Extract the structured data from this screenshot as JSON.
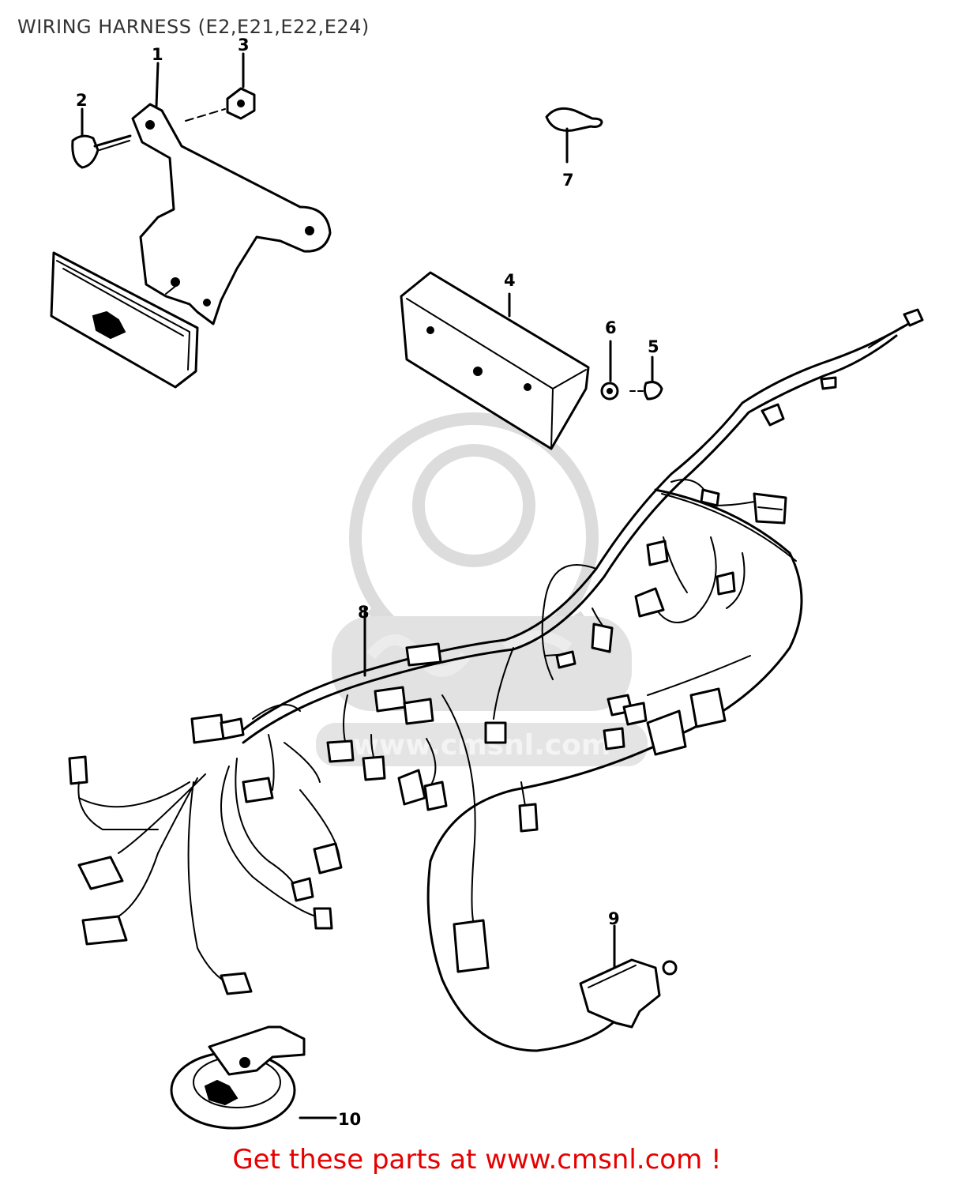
{
  "title": "WIRING HARNESS (E2,E21,E22,E24)",
  "footer": {
    "text": "Get these parts at www.cmsnl.com !",
    "color": "#e60000"
  },
  "callouts": {
    "c1": "1",
    "c2": "2",
    "c3": "3",
    "c4": "4",
    "c5": "5",
    "c6": "6",
    "c7": "7",
    "c8": "8",
    "c9": "9",
    "c10": "10"
  },
  "watermark": {
    "text": "www.cmsnl.com",
    "logo": "cmsnl-mascot-logo"
  },
  "colors": {
    "line": "#000000",
    "title": "#333333",
    "watermark": "#d8d8d8"
  }
}
